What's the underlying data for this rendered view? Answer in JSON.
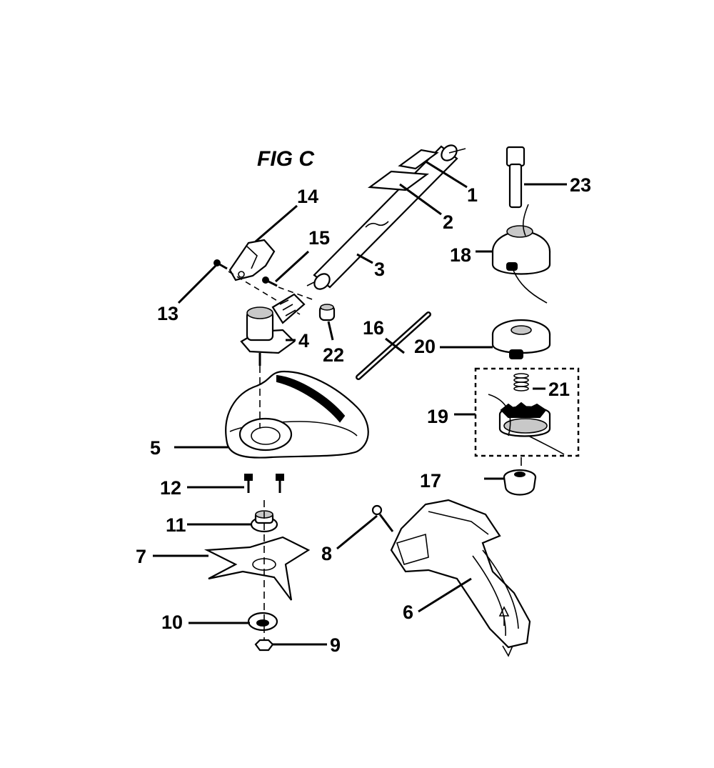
{
  "figure": {
    "title": "FIG C"
  },
  "callouts": [
    {
      "id": "1",
      "text": "1"
    },
    {
      "id": "2",
      "text": "2"
    },
    {
      "id": "3",
      "text": "3"
    },
    {
      "id": "4",
      "text": "4"
    },
    {
      "id": "5",
      "text": "5"
    },
    {
      "id": "6",
      "text": "6"
    },
    {
      "id": "7",
      "text": "7"
    },
    {
      "id": "8",
      "text": "8"
    },
    {
      "id": "9",
      "text": "9"
    },
    {
      "id": "10",
      "text": "10"
    },
    {
      "id": "11",
      "text": "11"
    },
    {
      "id": "12",
      "text": "12"
    },
    {
      "id": "13",
      "text": "13"
    },
    {
      "id": "14",
      "text": "14"
    },
    {
      "id": "15",
      "text": "15"
    },
    {
      "id": "16",
      "text": "16"
    },
    {
      "id": "17",
      "text": "17"
    },
    {
      "id": "18",
      "text": "18"
    },
    {
      "id": "19",
      "text": "19"
    },
    {
      "id": "20",
      "text": "20"
    },
    {
      "id": "21",
      "text": "21"
    },
    {
      "id": "22",
      "text": "22"
    },
    {
      "id": "23",
      "text": "23"
    }
  ]
}
